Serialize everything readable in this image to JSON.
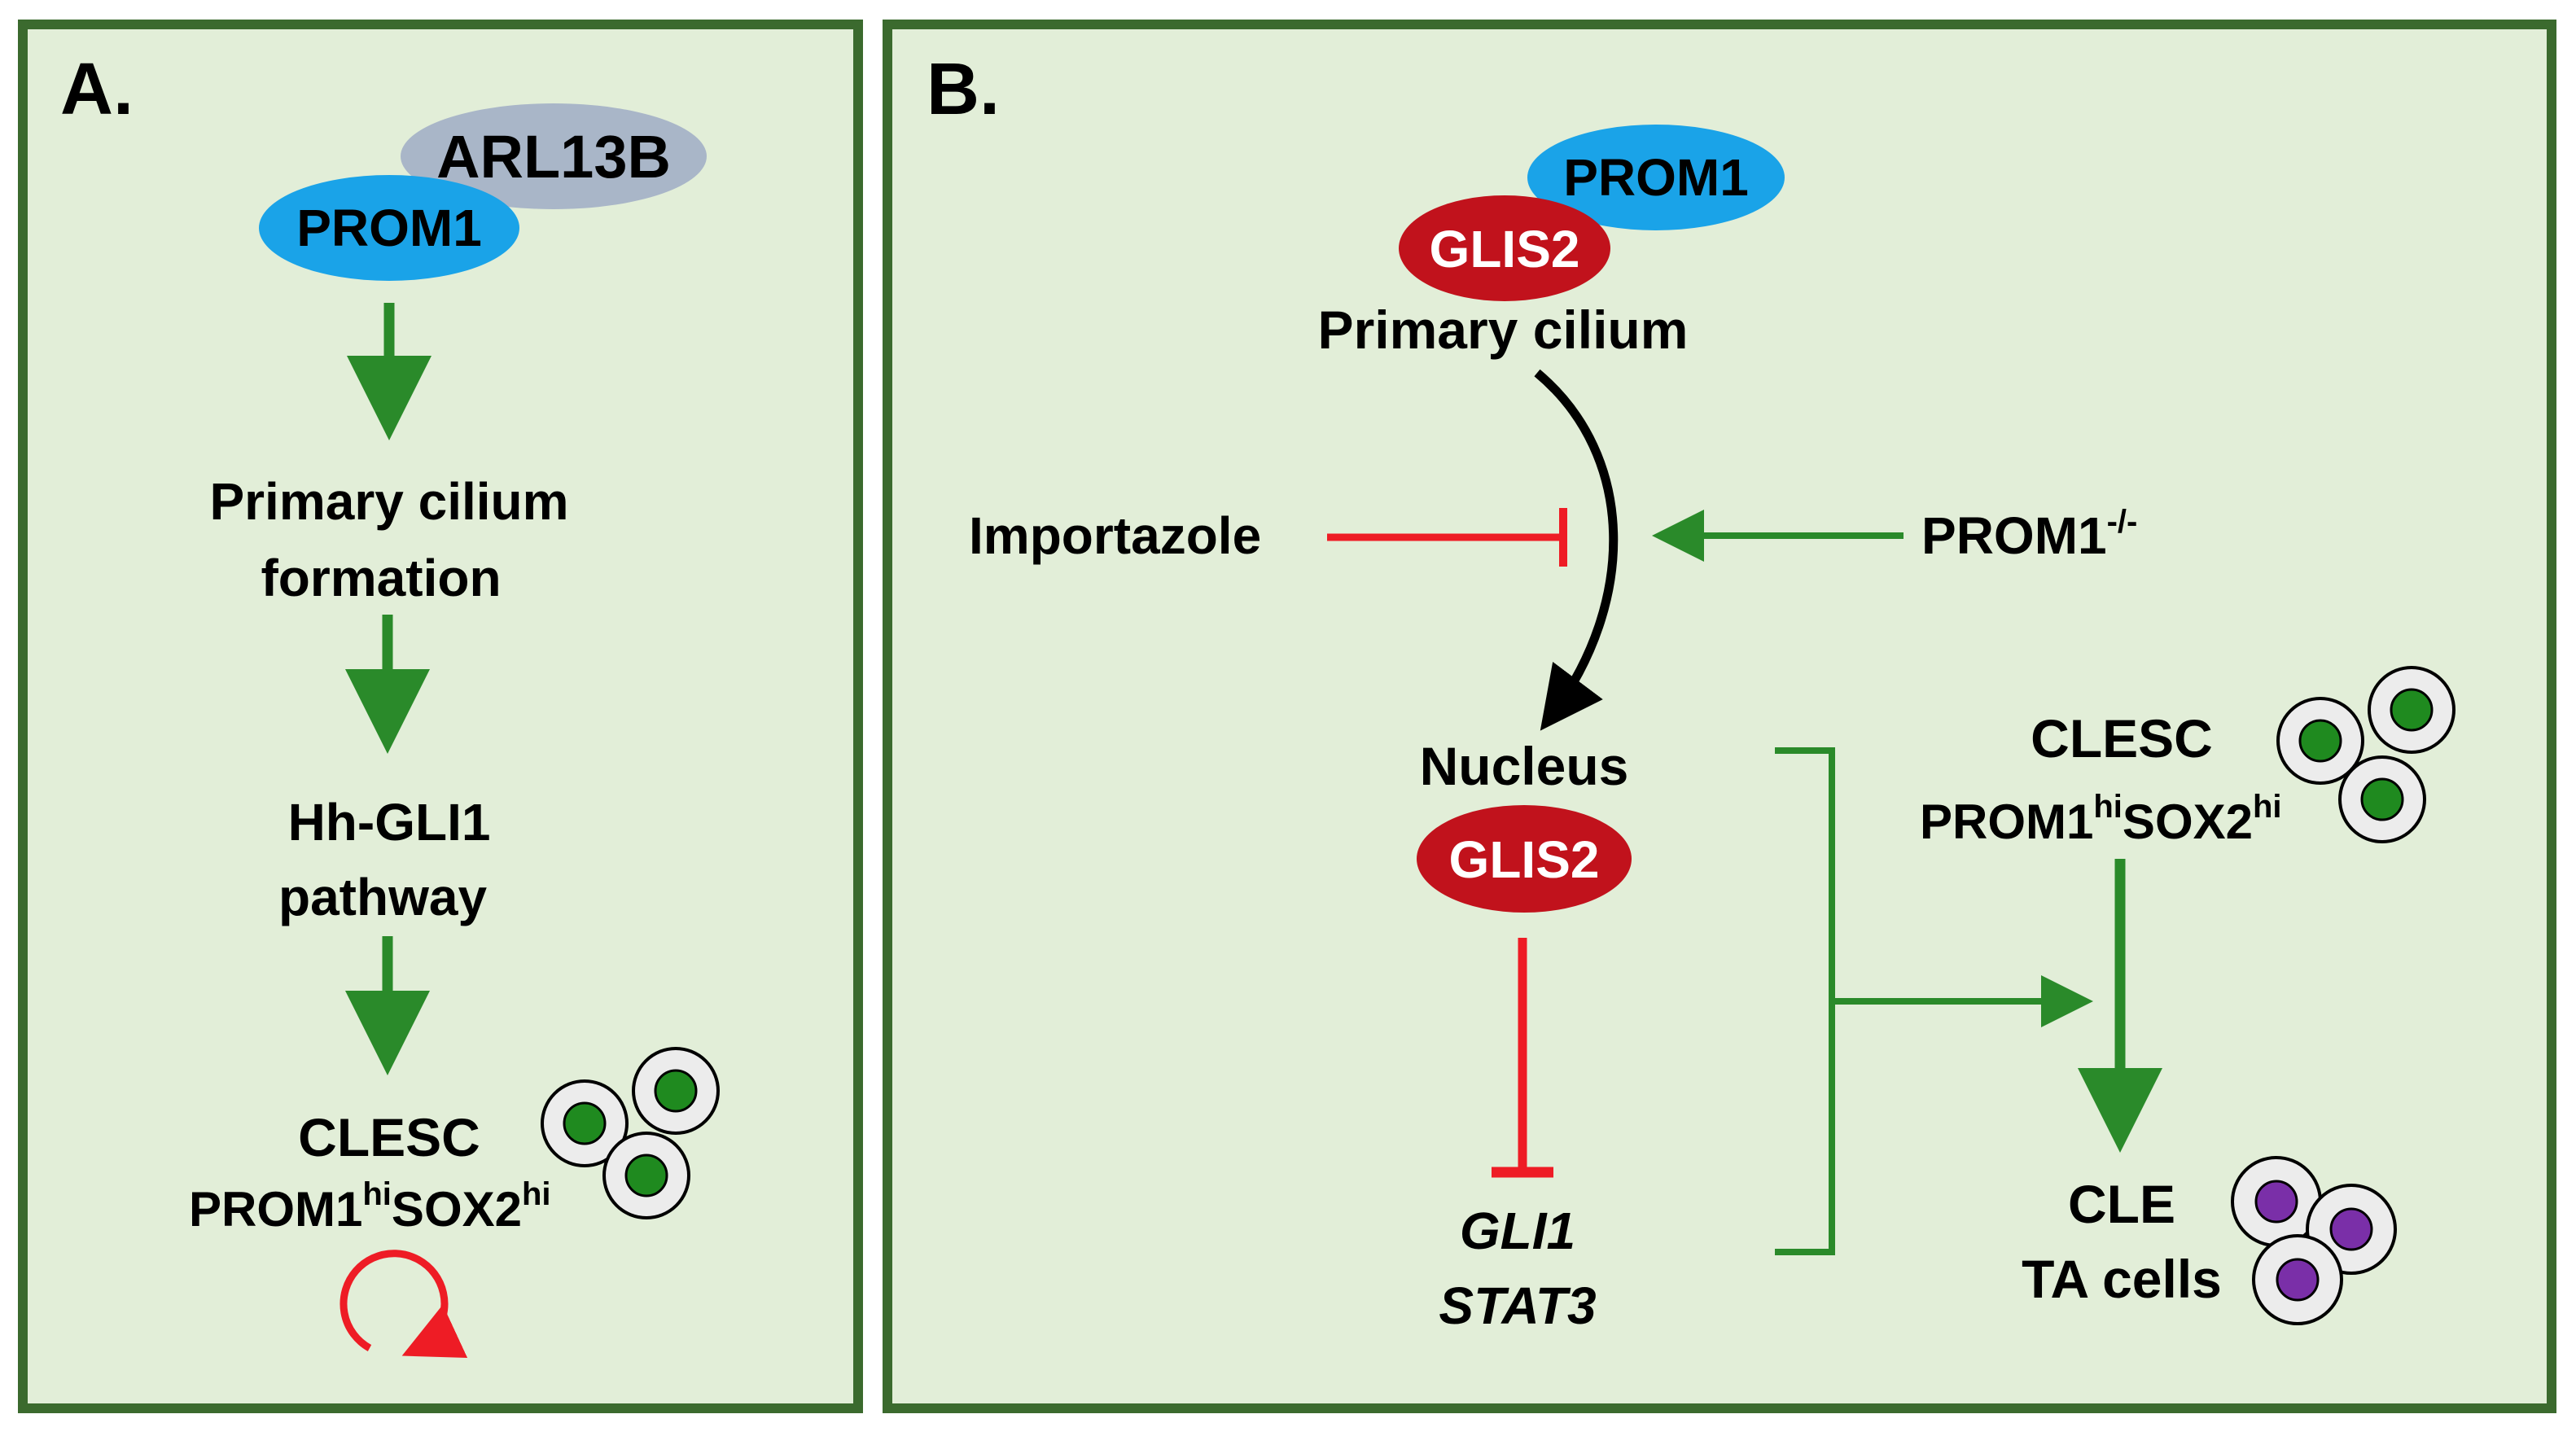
{
  "colors": {
    "panel_fill": "#e2eed8",
    "panel_border": "#3b6a2e",
    "activation_green": "#2a8a2a",
    "inhibition_red": "#ee1c25",
    "flow_black": "#000000",
    "prom1_blue": "#1aa3e8",
    "arl13b_gray": "#a9b6c8",
    "glis2_red": "#c1121c",
    "cell_green": "#1f8a1f",
    "cell_purple": "#7a2fa8",
    "cell_ring": "#ececec"
  },
  "panel_a": {
    "label": "A.",
    "arl13b": "ARL13B",
    "prom1": "PROM1",
    "step1_line1": "Primary cilium",
    "step1_line2": "formation",
    "step2_line1": "Hh-GLI1",
    "step2_line2": "pathway",
    "clesc": "CLESC",
    "marker_prom1": "PROM1",
    "marker_hi1": "hi",
    "marker_sox2": "SOX2",
    "marker_hi2": "hi",
    "cell_icon": "stem-cell-cluster-icon",
    "loop_icon": "self-renewal-loop-icon"
  },
  "panel_b": {
    "label": "B.",
    "prom1": "PROM1",
    "glis2_top": "GLIS2",
    "cilium": "Primary cilium",
    "importazole": "Importazole",
    "prom1_ko": "PROM1",
    "ko_sup": "-/-",
    "nucleus": "Nucleus",
    "glis2_nuc": "GLIS2",
    "gene1": "GLI1",
    "gene2": "STAT3",
    "clesc": "CLESC",
    "marker_prom1": "PROM1",
    "marker_hi1": "hi",
    "marker_sox2": "SOX2",
    "marker_hi2": "hi",
    "cle": "CLE",
    "ta_cells": "TA cells",
    "stem_icon": "stem-cell-cluster-icon",
    "ta_icon": "ta-cell-cluster-icon"
  }
}
